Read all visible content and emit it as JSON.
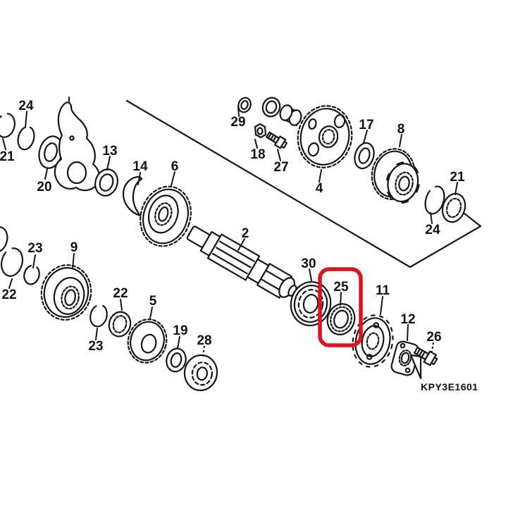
{
  "diagram": {
    "type": "exploded-parts-diagram",
    "code": "KPY3E1601",
    "highlight": {
      "part": "25",
      "color": "#de1321"
    },
    "line_color": "#161616",
    "labels": [
      {
        "text": "24"
      },
      {
        "text": "21"
      },
      {
        "text": "20"
      },
      {
        "text": "13"
      },
      {
        "text": "14"
      },
      {
        "text": "6"
      },
      {
        "text": "29"
      },
      {
        "text": "18"
      },
      {
        "text": "27"
      },
      {
        "text": "4"
      },
      {
        "text": "17"
      },
      {
        "text": "8"
      },
      {
        "text": "21"
      },
      {
        "text": "24"
      },
      {
        "text": "2"
      },
      {
        "text": "30"
      },
      {
        "text": "25"
      },
      {
        "text": "11"
      },
      {
        "text": "12"
      },
      {
        "text": "26"
      },
      {
        "text": "22"
      },
      {
        "text": "23"
      },
      {
        "text": "9"
      },
      {
        "text": "23"
      },
      {
        "text": "22"
      },
      {
        "text": "5"
      },
      {
        "text": "19"
      },
      {
        "text": "28"
      }
    ]
  }
}
